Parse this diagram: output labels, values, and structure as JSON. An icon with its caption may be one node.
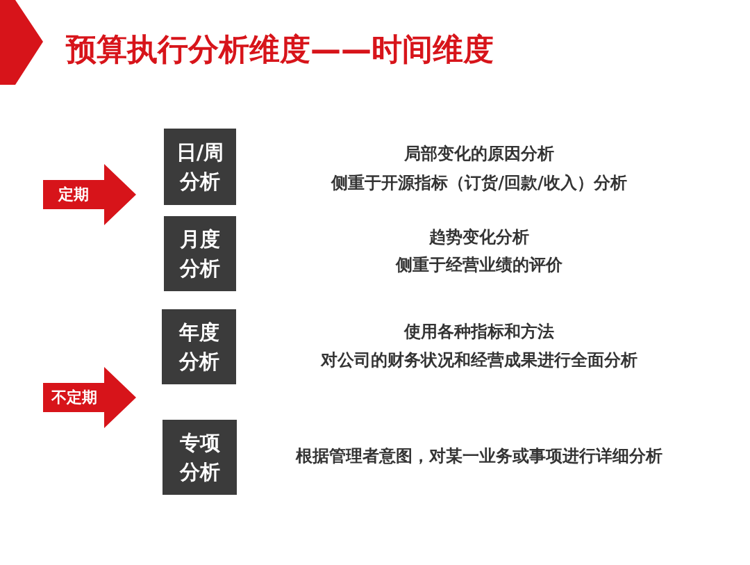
{
  "diagram": {
    "title": "预算执行分析维度——时间维度",
    "nodes": [
      {
        "text": [
          "定期"
        ]
      },
      {
        "text": [
          "日/周分析"
        ],
        "beside": [
          "局部变化的原因分析",
          "侧重于开源指标（订货/回款/收入）分析"
        ]
      },
      {
        "text": [
          "月度分析"
        ],
        "beside": [
          "趋势变化分析",
          "侧重于经营业绩的评价"
        ]
      },
      {
        "text": [
          "不定期"
        ]
      },
      {
        "text": [
          "年度分析"
        ],
        "beside": [
          "使用各种指标和方法",
          "对公司的财务状况和经营成果进行全面分析"
        ]
      },
      {
        "text": [
          "专项分析"
        ],
        "beside": [
          "根据管理者意图，对某一业务或事项进行详细分析"
        ]
      }
    ],
    "edges": []
  }
}
